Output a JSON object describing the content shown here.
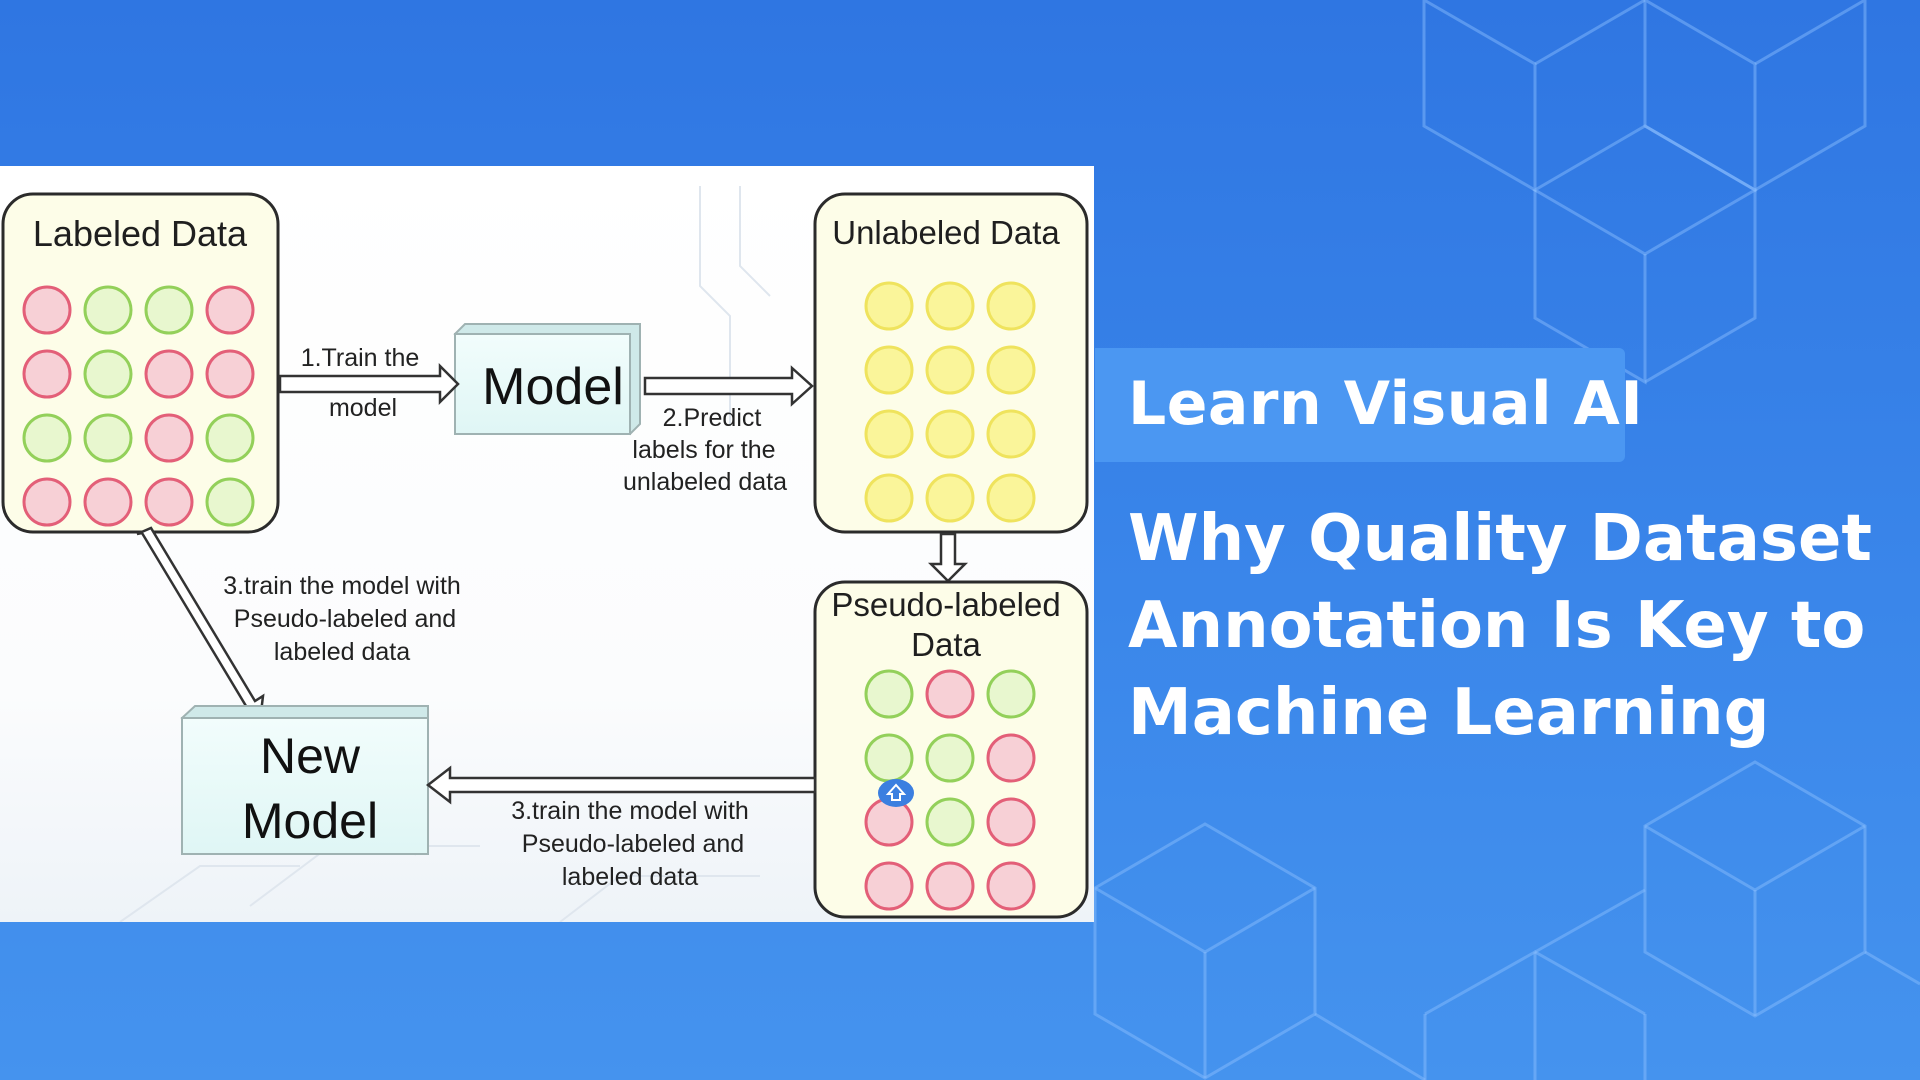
{
  "figure": {
    "boxes": {
      "labeled": "Labeled Data",
      "model": "Model",
      "unlabeled": "Unlabeled Data",
      "pseudo_line1": "Pseudo-labeled",
      "pseudo_line2": "Data",
      "new_model_line1": "New",
      "new_model_line2": "Model"
    },
    "arrows": {
      "train_line1": "1.Train the",
      "train_line2": "model",
      "predict_line1": "2.Predict",
      "predict_line2": "labels for the",
      "predict_line3": "unlabeled data",
      "diag_line1": "3.train the model with",
      "diag_line2": "Pseudo-labeled and",
      "diag_line3": "labeled data",
      "bottom_line1": "3.train the model with",
      "bottom_line2": "Pseudo-labeled and",
      "bottom_line3": "labeled data"
    },
    "grids": {
      "labeled": [
        [
          "red",
          "green",
          "green",
          "red"
        ],
        [
          "red",
          "green",
          "red",
          "red"
        ],
        [
          "green",
          "green",
          "red",
          "green"
        ],
        [
          "red",
          "red",
          "red",
          "green"
        ]
      ],
      "unlabeled": [
        [
          "yellow",
          "yellow",
          "yellow"
        ],
        [
          "yellow",
          "yellow",
          "yellow"
        ],
        [
          "yellow",
          "yellow",
          "yellow"
        ],
        [
          "yellow",
          "yellow",
          "yellow"
        ]
      ],
      "pseudo": [
        [
          "green",
          "red",
          "green"
        ],
        [
          "green",
          "green",
          "red"
        ],
        [
          "red",
          "green",
          "red"
        ],
        [
          "red",
          "red",
          "red"
        ]
      ]
    },
    "circle_colors": {
      "red": {
        "fill": "#f7d0d6",
        "stroke": "#e35f78"
      },
      "green": {
        "fill": "#e8f7cf",
        "stroke": "#93d05a"
      },
      "yellow": {
        "fill": "#faf59a",
        "stroke": "#efe35d"
      }
    },
    "badge_icon": "home-arrow-icon"
  },
  "tag": {
    "label": "Learn Visual AI"
  },
  "headline": {
    "line1": "Why Quality Dataset",
    "line2": "Annotation Is Key to",
    "line3": "Machine Learning"
  },
  "colors": {
    "background": "#3a86ea",
    "tag_background": "#4b97f2",
    "text": "#ffffff",
    "box_fill": "#fdfde8",
    "model_fill": "#e9fbfa"
  }
}
